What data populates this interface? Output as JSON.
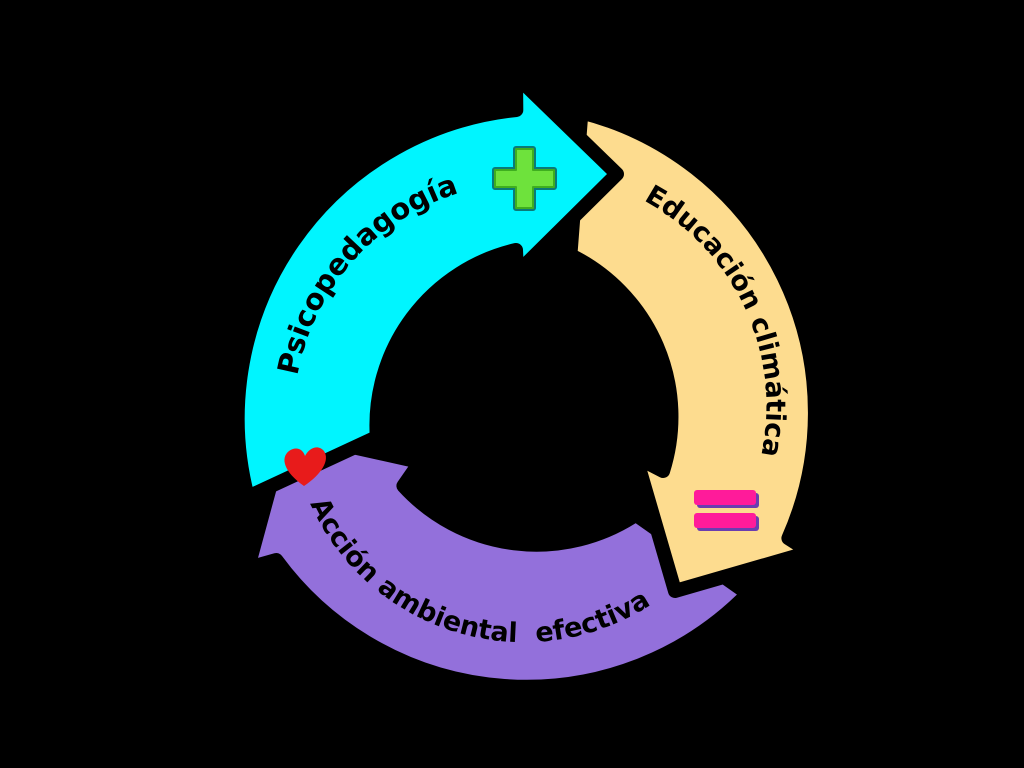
{
  "diagram": {
    "segments": [
      {
        "label": "Psicopedagogía",
        "color": "#00F5FF",
        "icon": "plus-icon",
        "icon_color": "#6EE23C"
      },
      {
        "label": "Educación climática",
        "color": "#FDDC8F",
        "icon": "equals-icon",
        "icon_color": "#FF1B9A"
      },
      {
        "label": "Acción ambiental  efectiva",
        "color": "#9370DB",
        "icon": "heart-icon",
        "icon_color": "#E81B1B"
      }
    ]
  }
}
